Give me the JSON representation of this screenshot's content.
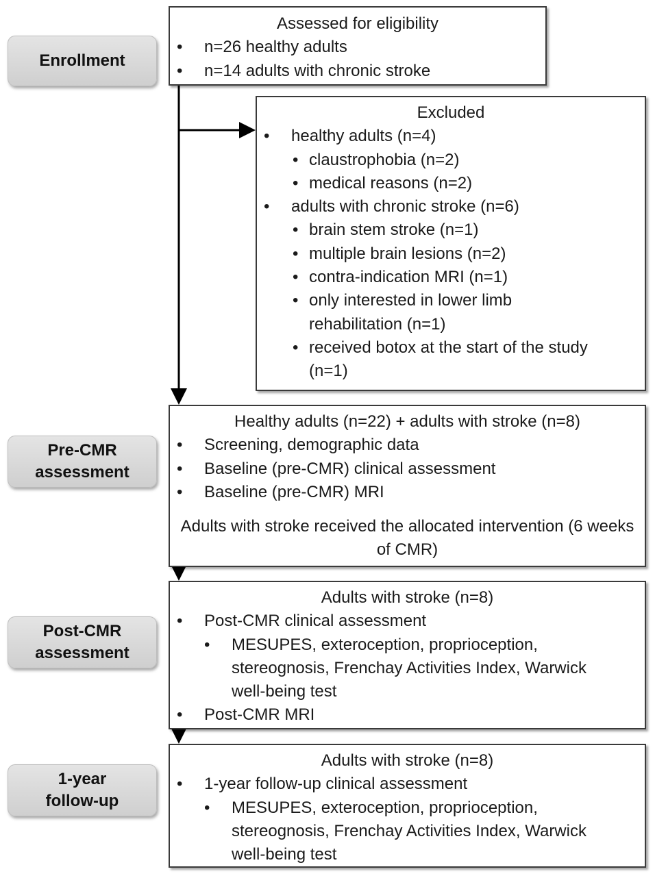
{
  "stages": {
    "enrollment": "Enrollment",
    "pre_cmr": "Pre-CMR\nassessment",
    "post_cmr": "Post-CMR\nassessment",
    "followup": "1-year\nfollow-up"
  },
  "eligibility": {
    "title": "Assessed for eligibility",
    "items": [
      "n=26 healthy adults",
      "n=14 adults with chronic stroke"
    ]
  },
  "excluded": {
    "title": "Excluded",
    "healthy": "healthy adults (n=4)",
    "healthy_reasons": [
      "claustrophobia (n=2)",
      "medical reasons (n=2)"
    ],
    "stroke": "adults with chronic stroke (n=6)",
    "stroke_reasons": [
      "brain stem stroke (n=1)",
      "multiple brain lesions (n=2)",
      "contra-indication MRI (n=1)",
      "only interested in lower limb rehabilitation (n=1)",
      "received botox at the start of the study (n=1)"
    ]
  },
  "pre_cmr": {
    "title": "Healthy adults (n=22) + adults with stroke (n=8)",
    "items": [
      "Screening, demographic data",
      "Baseline (pre-CMR) clinical assessment",
      "Baseline (pre-CMR) MRI"
    ],
    "note": "Adults with stroke received the allocated intervention (6 weeks of CMR)"
  },
  "post_cmr": {
    "title": "Adults with stroke (n=8)",
    "item1": "Post-CMR clinical assessment",
    "sub": "MESUPES, exteroception, proprioception, stereognosis, Frenchay Activities Index, Warwick well-being test",
    "item2": "Post-CMR MRI"
  },
  "followup": {
    "title": "Adults with stroke (n=8)",
    "item1": "1-year follow-up clinical assessment",
    "sub": "MESUPES, exteroception, proprioception, stereognosis, Frenchay Activities Index, Warwick well-being test"
  }
}
